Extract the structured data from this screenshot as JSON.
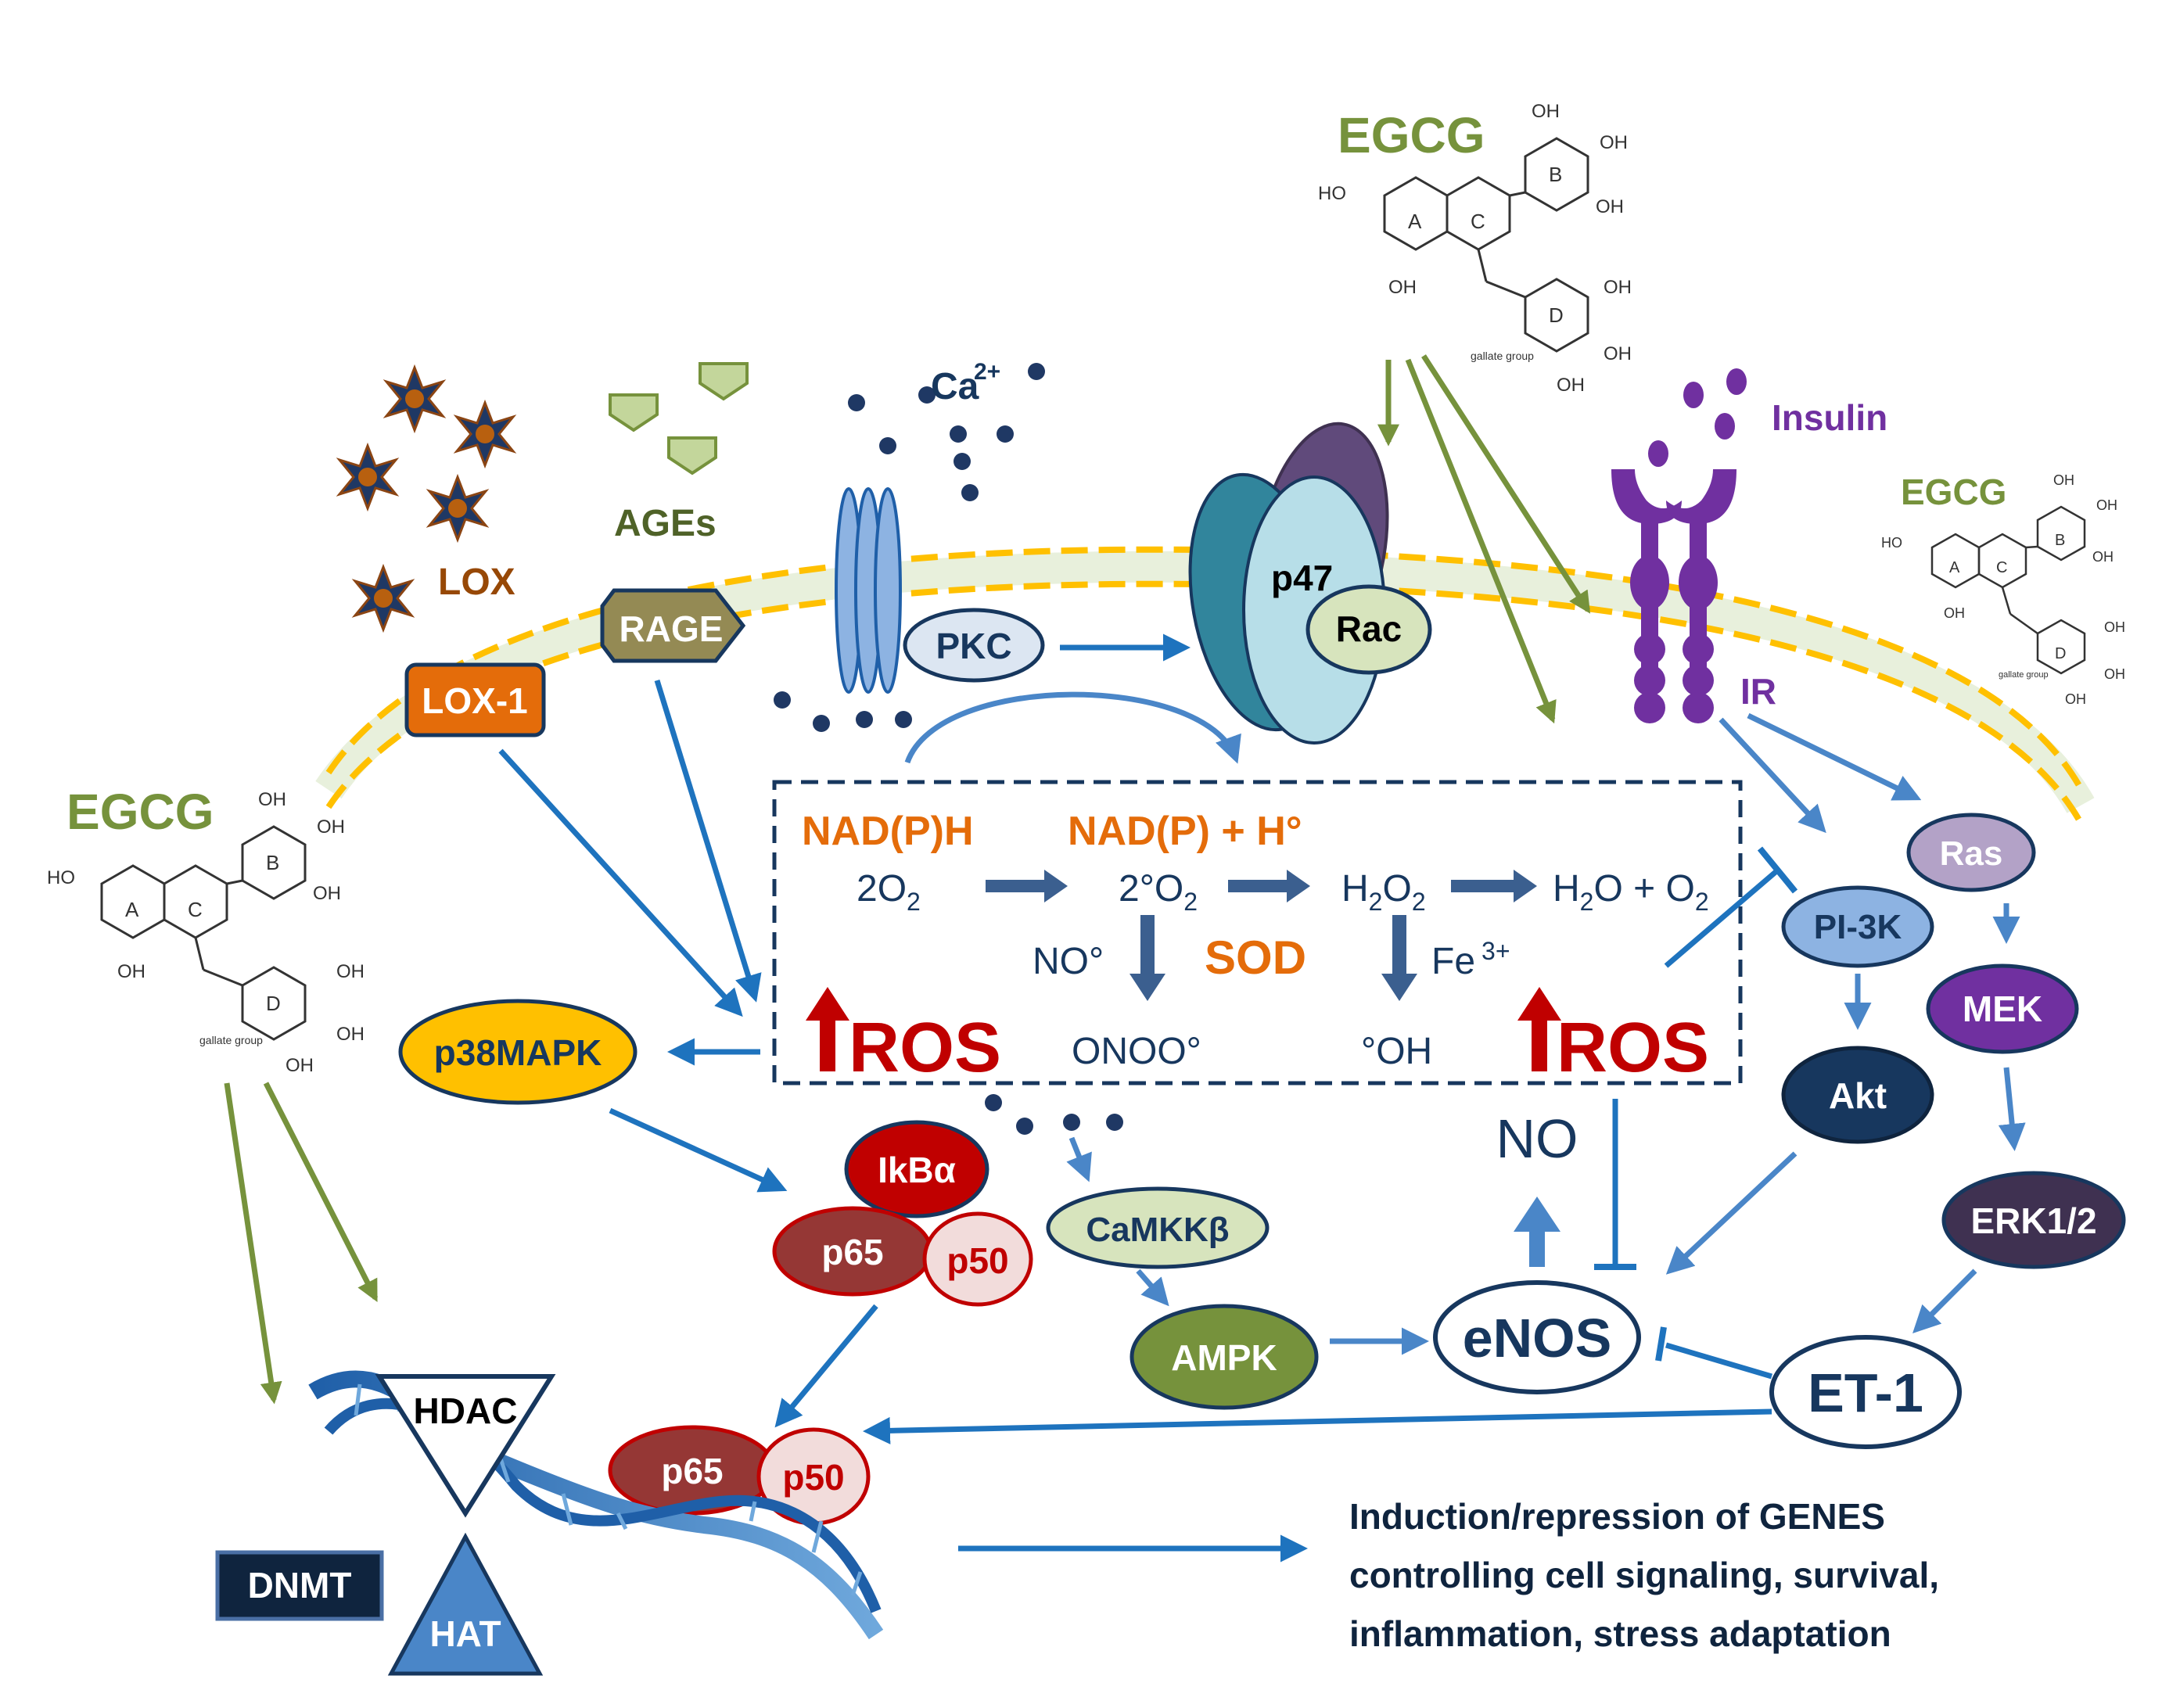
{
  "egcg": {
    "label": "EGCG",
    "ring_a": "A",
    "ring_b": "B",
    "ring_c": "C",
    "ring_d": "D",
    "oh": "OH",
    "ho": "HO",
    "gallate": "gallate group"
  },
  "stimuli": {
    "lox": "LOX",
    "ages": "AGEs",
    "calcium": "Ca",
    "calcium_sup": "2+",
    "insulin": "Insulin"
  },
  "receptors": {
    "lox1": "LOX-1",
    "rage": "RAGE",
    "pkc": "PKC",
    "p47": "p47",
    "rac": "Rac",
    "ir": "IR"
  },
  "ros_box": {
    "nadph": "NAD(P)H",
    "nadp": "NAD(P) + H°",
    "o2_left": "2O",
    "o2_left_sub": "2",
    "superoxide": "2°O",
    "superoxide_sub": "2",
    "h2o2": "H",
    "h2o2_sub1": "2",
    "h2o2_mid": "O",
    "h2o2_sub2": "2",
    "water": "H",
    "water_sub": "2",
    "water_mid": "O + O",
    "water_sub2": "2",
    "no_radical": "NO°",
    "sod": "SOD",
    "fe": "Fe",
    "fe_sup": "3+",
    "peroxynitrite": "ONOO°",
    "hydroxyl": "°OH",
    "ros_left": "ROS",
    "ros_right": "ROS"
  },
  "signaling": {
    "p38mapk": "p38MAPK",
    "ikba": "IkBα",
    "p65": "p65",
    "p50": "p50",
    "camkkb": "CaMKKβ",
    "ampk": "AMPK",
    "enos": "eNOS",
    "no": "NO",
    "pi3k": "PI-3K",
    "akt": "Akt",
    "ras": "Ras",
    "mek": "MEK",
    "erk": "ERK1/2",
    "et1": "ET-1"
  },
  "epigenetic": {
    "hdac": "HDAC",
    "dnmt": "DNMT",
    "hat": "HAT",
    "p65": "p65",
    "p50": "p50"
  },
  "outcome": {
    "line1": "Induction/repression of GENES",
    "line2": "controlling cell  signaling, survival,",
    "line3": "inflammation, stress adaptation"
  },
  "colors": {
    "arrow_blue": "#1E73BE",
    "arrow_light_blue": "#4A86C8",
    "arrow_green": "#76923C",
    "egcg_green": "#76923C",
    "ros_red": "#C00000",
    "orange": "#E46C0A",
    "navy": "#17375E",
    "purple": "#7030A0",
    "membrane": "#FFC000"
  }
}
